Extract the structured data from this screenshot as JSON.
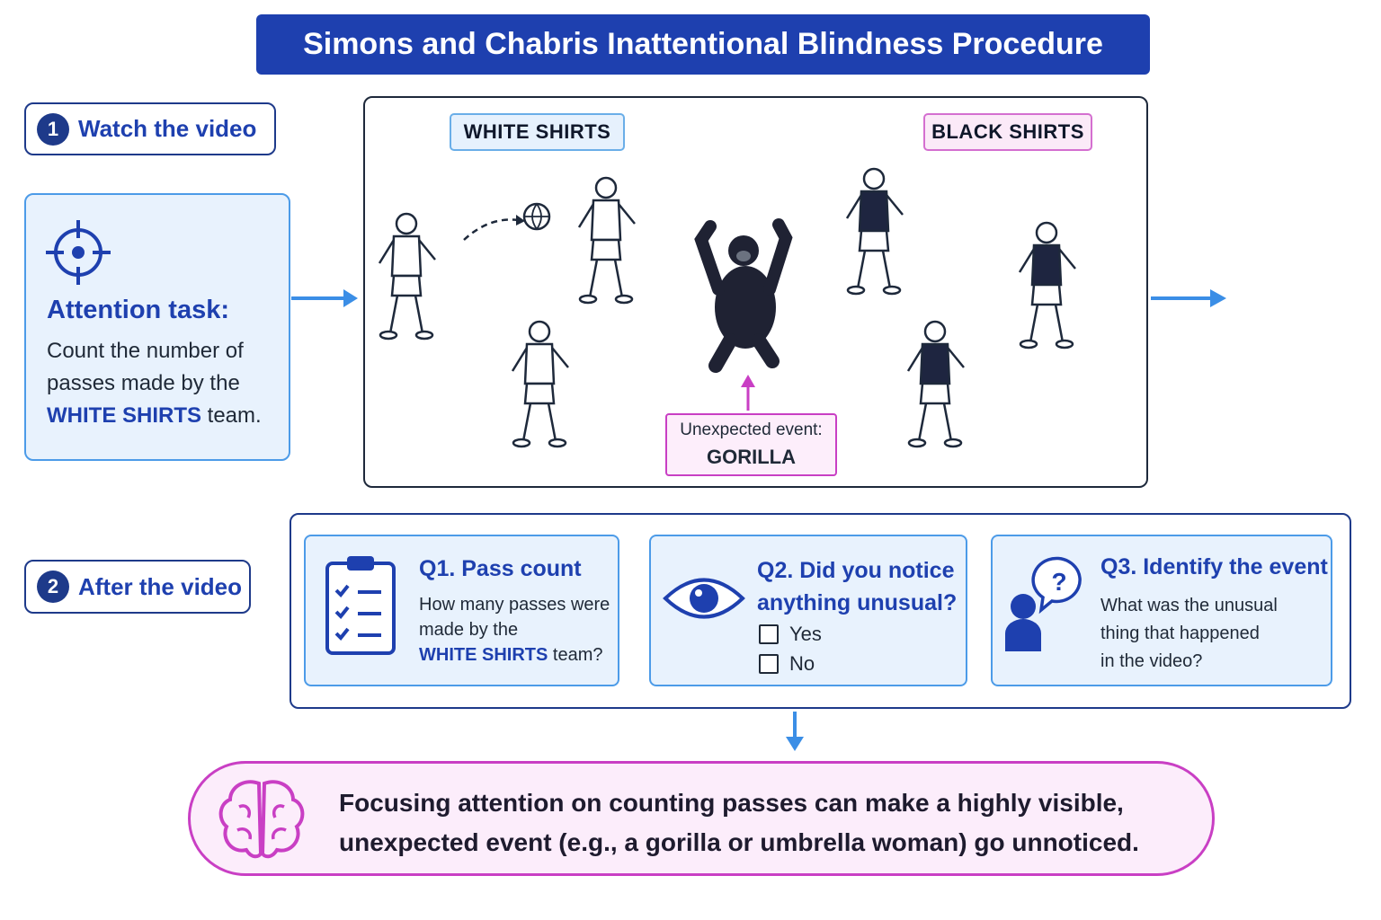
{
  "title": "Simons and Chabris Inattentional Blindness Procedure",
  "step1": {
    "number": "1",
    "label": "Watch the video"
  },
  "attention": {
    "heading": "Attention task:",
    "text_before": "Count the number of passes made by the ",
    "highlight": "WHITE SHIRTS",
    "text_after": " team."
  },
  "video": {
    "white_team": "WHITE SHIRTS",
    "black_team": "BLACK SHIRTS",
    "event_line1": "Unexpected event:",
    "event_line2": "GORILLA"
  },
  "step2": {
    "number": "2",
    "label": "After the video"
  },
  "q1": {
    "title": "Q1. Pass count",
    "line1": "How many passes were",
    "line2": "made by the",
    "highlight": "WHITE SHIRTS",
    "after": " team?"
  },
  "q2": {
    "title_line1": "Q2. Did you notice",
    "title_line2": "anything unusual?",
    "options": [
      "Yes",
      "No"
    ]
  },
  "q3": {
    "title": "Q3. Identify the event",
    "line1": "What was the unusual",
    "line2": "thing that happened",
    "line3": "in the video?"
  },
  "conclusion": {
    "line1": "Focusing attention on counting passes can make a highly visible,",
    "line2": "unexpected event (e.g., a gorilla or umbrella woman) go unnoticed."
  },
  "colors": {
    "primary": "#1e40af",
    "accent_blue": "#4c9be8",
    "accent_magenta": "#c93fc4",
    "light_blue": "#e8f2fd",
    "light_magenta": "#fcedfb"
  }
}
